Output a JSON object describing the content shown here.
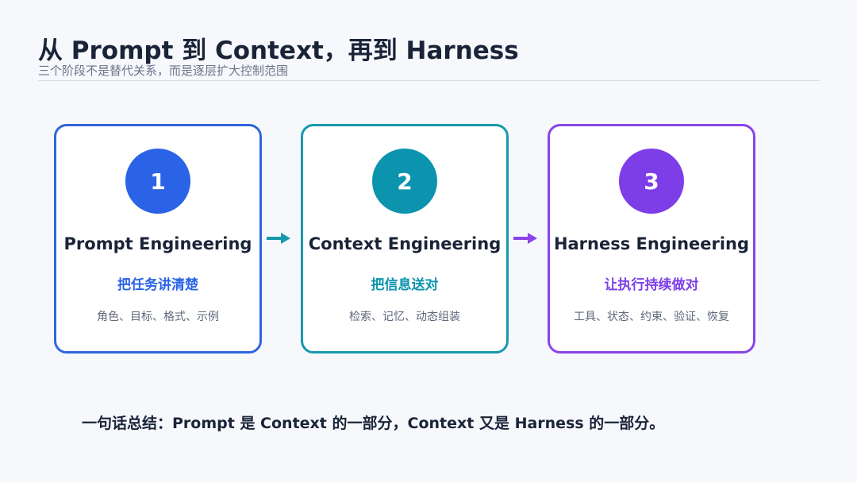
{
  "header": {
    "title": "从 Prompt 到 Context，再到 Harness",
    "subtitle": "三个阶段不是替代关系，而是逐层扩大控制范围"
  },
  "stages": [
    {
      "number": "1",
      "title": "Prompt Engineering",
      "tagline": "把任务讲清楚",
      "description": "角色、目标、格式、示例",
      "color": "#2a63e6"
    },
    {
      "number": "2",
      "title": "Context Engineering",
      "tagline": "把信息送对",
      "description": "检索、记忆、动态组装",
      "color": "#0c93ad"
    },
    {
      "number": "3",
      "title": "Harness Engineering",
      "tagline": "让执行持续做对",
      "description": "工具、状态、约束、验证、恢复",
      "color": "#7d3ee8"
    }
  ],
  "arrows": [
    {
      "icon": "arrow-right-icon",
      "color": "#1799ad"
    },
    {
      "icon": "arrow-right-icon",
      "color": "#8a45e6"
    }
  ],
  "summary": "一句话总结：Prompt 是 Context 的一部分，Context 又是 Harness 的一部分。"
}
